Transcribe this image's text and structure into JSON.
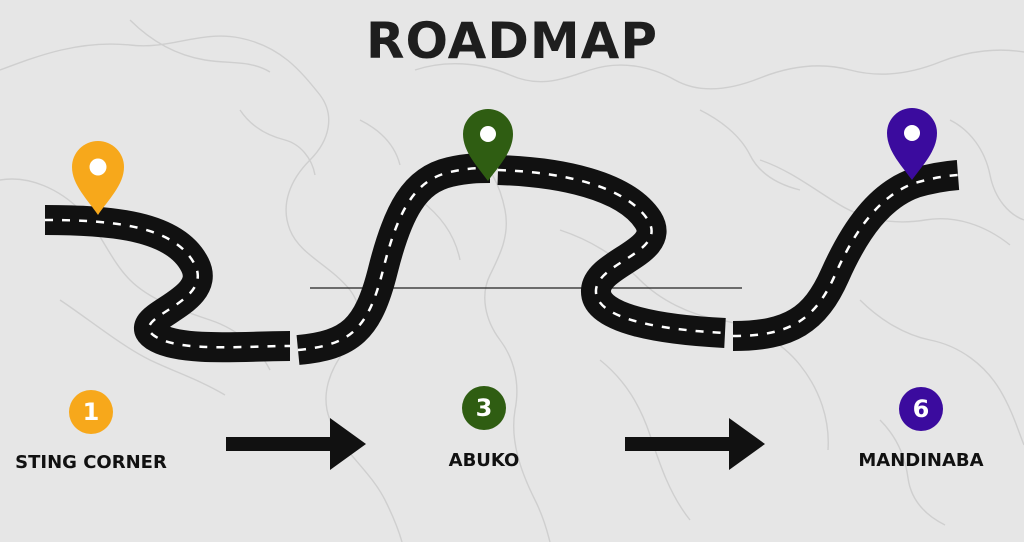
{
  "title": "ROADMAP",
  "colors": {
    "background": "#e6e6e6",
    "map_lines": "#cfcfcf",
    "road": "#111111",
    "road_dash": "#ffffff",
    "arrow": "#111111"
  },
  "stops": [
    {
      "number": "1",
      "label": "STING CORNER",
      "color": "#f7a81b",
      "icon": "map-pin-icon"
    },
    {
      "number": "3",
      "label": "ABUKO",
      "color": "#2f5d12",
      "icon": "map-pin-icon"
    },
    {
      "number": "6",
      "label": "MANDINABA",
      "color": "#3b0b9e",
      "icon": "map-pin-icon"
    }
  ],
  "connectors": [
    {
      "icon": "arrow-right-icon"
    },
    {
      "icon": "arrow-right-icon"
    }
  ]
}
